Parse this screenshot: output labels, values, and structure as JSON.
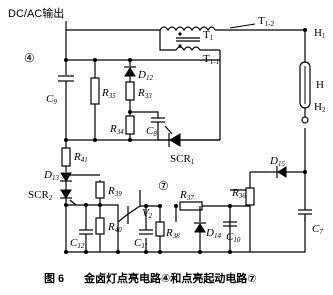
{
  "supply_label": "DC/AC输出",
  "transformer": {
    "t12": {
      "main": "T",
      "sub": "1-2"
    },
    "t1": {
      "main": "T",
      "sub": "1"
    },
    "t11": {
      "main": "T",
      "sub": "1-1"
    }
  },
  "lamp": {
    "h1": {
      "main": "H",
      "sub": "1"
    },
    "h": "H",
    "h2": {
      "main": "H",
      "sub": "2"
    }
  },
  "circle4": "④",
  "circle7": "⑦",
  "components": {
    "c9": {
      "main": "C",
      "sub": "9"
    },
    "r35": {
      "main": "R",
      "sub": "35"
    },
    "d12": {
      "main": "D",
      "sub": "12"
    },
    "r33": {
      "main": "R",
      "sub": "33"
    },
    "r34": {
      "main": "R",
      "sub": "34"
    },
    "c8": {
      "main": "C",
      "sub": "8"
    },
    "scr1": {
      "main": "SCR",
      "sub": "1"
    },
    "r41": {
      "main": "R",
      "sub": "41"
    },
    "d13": {
      "main": "D",
      "sub": "13"
    },
    "scr2": {
      "main": "SCR",
      "sub": "2"
    },
    "r39": {
      "main": "R",
      "sub": "39"
    },
    "v2": {
      "main": "V",
      "sub": "2"
    },
    "r37": {
      "main": "R",
      "sub": "37"
    },
    "d15": {
      "main": "D",
      "sub": "15"
    },
    "r36": {
      "main": "R",
      "sub": "36"
    },
    "r40": {
      "main": "R",
      "sub": "40"
    },
    "c12": {
      "main": "C",
      "sub": "12"
    },
    "c11": {
      "main": "C",
      "sub": "11"
    },
    "r38": {
      "main": "R",
      "sub": "38"
    },
    "d14": {
      "main": "D",
      "sub": "14"
    },
    "c10": {
      "main": "C",
      "sub": "10"
    },
    "c7": {
      "main": "C",
      "sub": "7"
    }
  },
  "caption": {
    "number": "图 6",
    "text": "金卤灯点亮电路④和点亮起动电路⑦"
  }
}
